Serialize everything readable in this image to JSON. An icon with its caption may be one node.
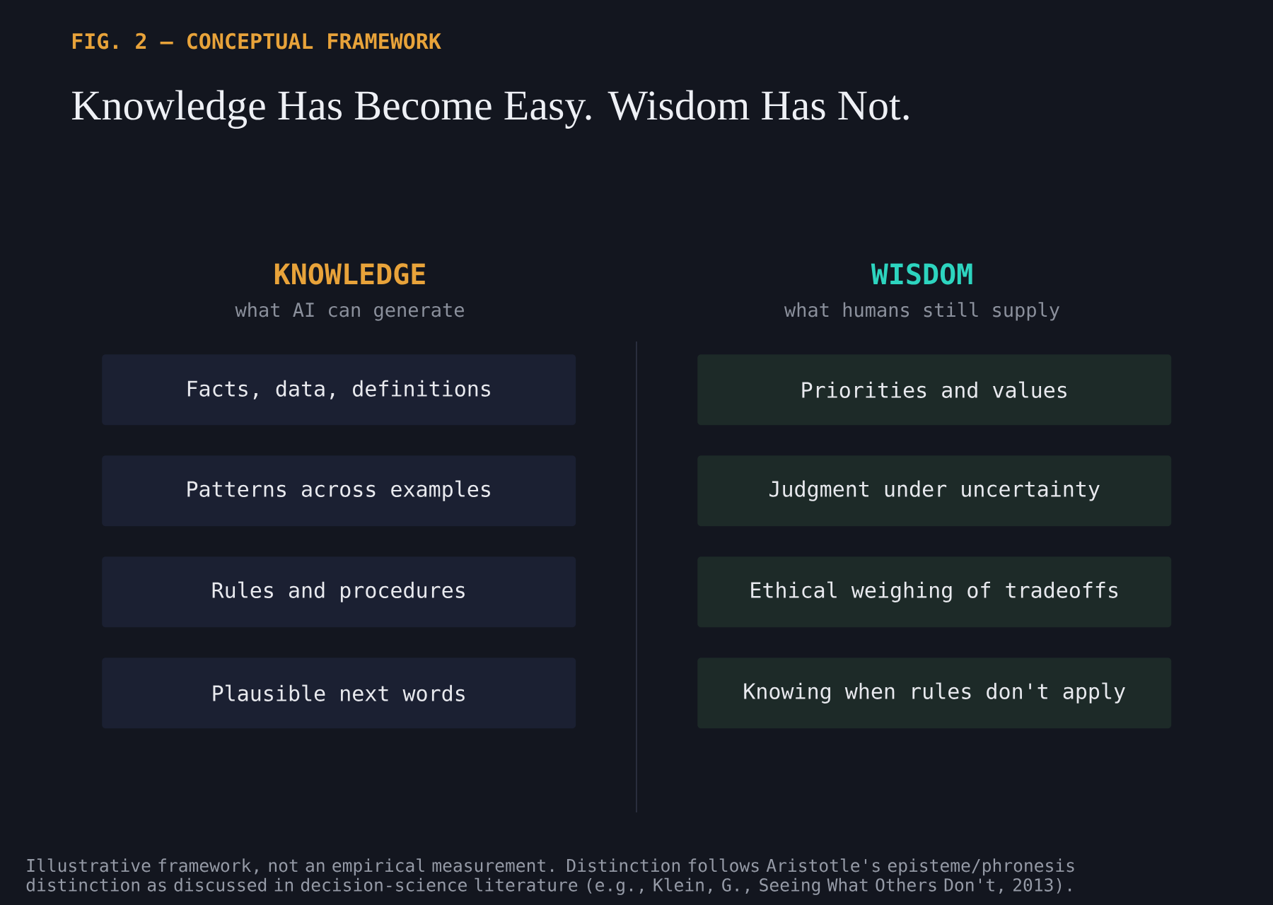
{
  "diagram": {
    "title": "Knowledge Has Become Easy. Wisdom Has Not.",
    "caption": "Illustrative framework, not an empirical measurement. Distinction follows Aristotle's episteme/phronesis distinction as discussed in decision-science literature (e.g., Klein, G., Seeing What Others Don't, 2013).",
    "nodes": [
      {
        "text": [
          "Facts, data, definitions"
        ]
      },
      {
        "text": [
          "Patterns across examples"
        ]
      },
      {
        "text": [
          "Rules and procedures"
        ]
      },
      {
        "text": [
          "Plausible next words"
        ]
      },
      {
        "text": [
          "Priorities and values"
        ]
      },
      {
        "text": [
          "Judgment under uncertainty"
        ]
      },
      {
        "text": [
          "Ethical weighing of tradeoffs"
        ]
      },
      {
        "text": [
          "Knowing when rules don't apply"
        ]
      }
    ],
    "labels": [
      "FIG. 2 — CONCEPTUAL FRAMEWORK",
      "KNOWLEDGE",
      "what AI can generate",
      "WISDOM",
      "what humans still supply"
    ]
  }
}
